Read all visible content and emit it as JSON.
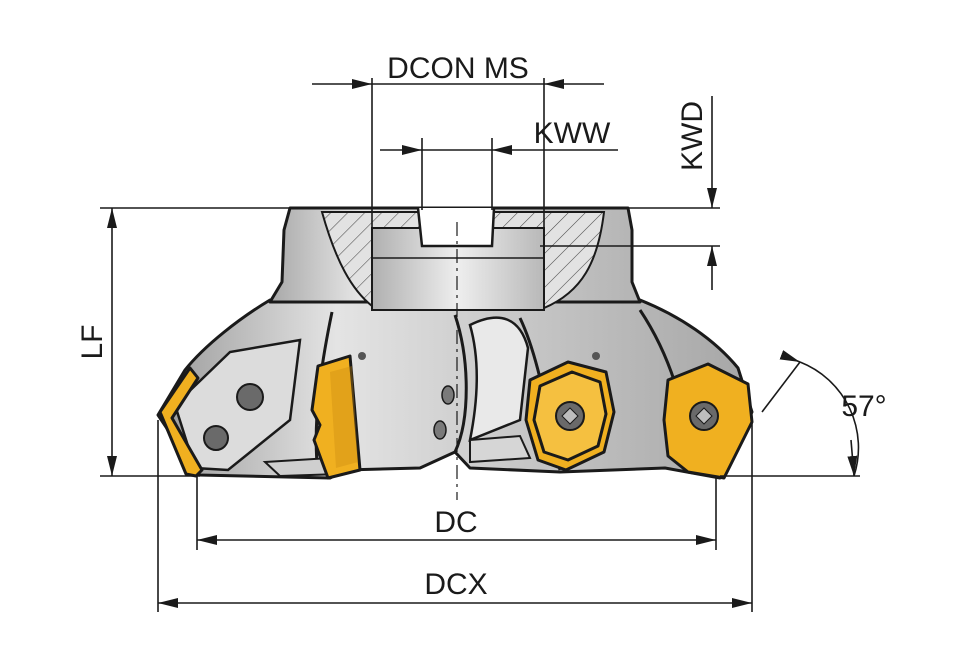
{
  "labels": {
    "dcon_ms": "DCON MS",
    "kww": "KWW",
    "kwd": "KWD",
    "lf": "LF",
    "angle": "57°",
    "dc": "DC",
    "dcx": "DCX"
  },
  "colors": {
    "line": "#1a1a1a",
    "body_light": "#e6e6e6",
    "body_mid": "#c9c9c9",
    "body_dark": "#9e9e9e",
    "insert": "#f0b020",
    "insert_dark": "#c98a10",
    "screw": "#6a6a6a"
  }
}
